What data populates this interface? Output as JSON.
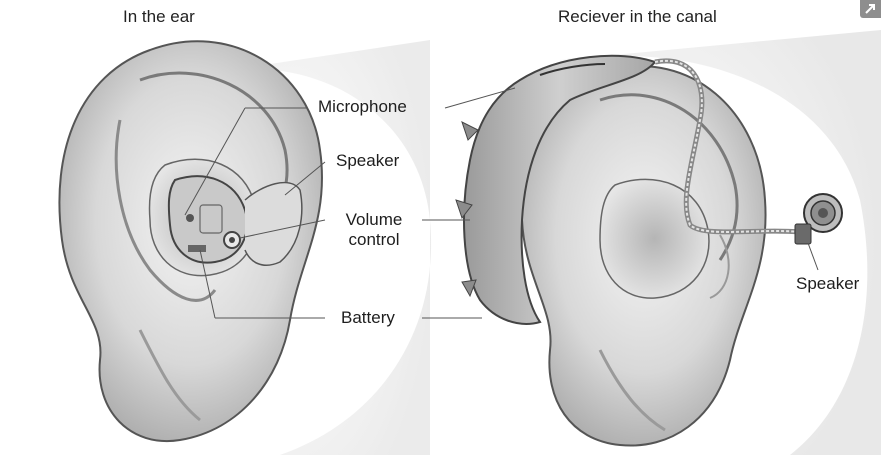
{
  "titles": {
    "left": "In the ear",
    "right": "Reciever in the canal"
  },
  "labels": {
    "microphone": "Microphone",
    "speaker_left": "Speaker",
    "volume_line1": "Volume",
    "volume_line2": "control",
    "battery": "Battery",
    "speaker_right": "Speaker"
  },
  "icons": {
    "corner": "expand-arrow-icon"
  }
}
